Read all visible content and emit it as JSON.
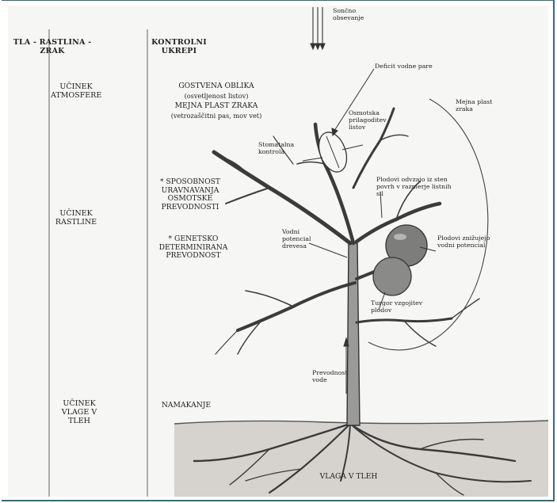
{
  "columns": {
    "soil_plant_air": "TLA - RASTLINA - ZRAK",
    "control_measures": "KONTROLNI UKREPI"
  },
  "rows": [
    {
      "effect": "UČINEK ATMOSFERE",
      "measure_main": "GOSTVENA OBLIKA",
      "measure_sub1": "(osvetljenost listov)",
      "measure_main2": "MEJNA PLAST ZRAKA",
      "measure_sub2": "(vetrozaščitni pas, mov vet)"
    },
    {
      "effect": "UČINEK RASTLINE",
      "measure_a": "* SPOSOBNOST URAVNAVANJA OSMOTSKE PREVODNOSTI",
      "measure_b": "* GENETSKO DETERMINIRANA PREVODNOST"
    },
    {
      "effect": "UČINEK VLAGE V TLEH",
      "measure": "NAMAKANJE"
    }
  ],
  "diagram_labels": {
    "radiation": "Sončno obsevanje",
    "vapour_deficit": "Deficit vodne pare",
    "boundary_layer": "Mejna plast zraka",
    "osmotic": "Osmotska prilagoditev listov",
    "stomatal": "Stomatalna kontrola",
    "fruit_water": "Plodovi odvzajo iz sten povrh v razmerje listnih sil",
    "stem_potential": "Vodni potencial drevesa",
    "fruit_potential": "Plodovi znižujejo vodni potencial",
    "turgor": "Turgor vzgojitev plodov",
    "conductance": "Prevodnost vode",
    "soil_moisture": "VLAGA V TLEH"
  }
}
